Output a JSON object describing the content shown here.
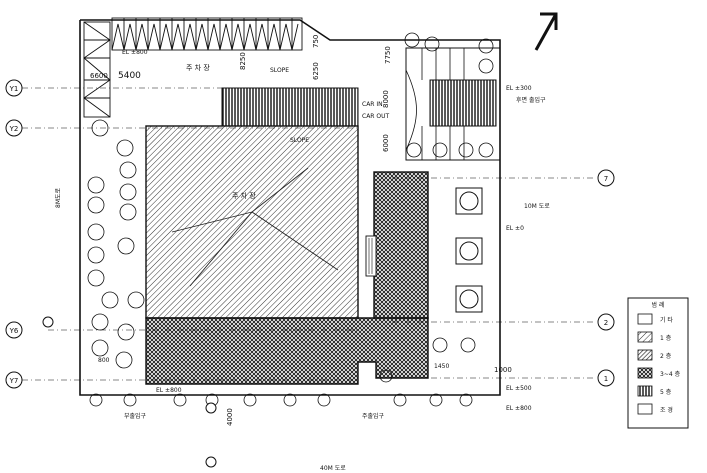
{
  "grid": {
    "y1": "Y1",
    "y2": "Y2",
    "y6": "Y6",
    "y7": "Y7",
    "g7": "7",
    "g2": "2",
    "g1": "1"
  },
  "dims": {
    "d5400": "5400",
    "d6600": "6600",
    "d8250": "8250",
    "d6250": "6250",
    "d750": "750",
    "d7750": "7750",
    "d8000": "8000",
    "d6000": "6000",
    "d4000": "4000",
    "d1000": "1000",
    "d1450": "1450",
    "d800": "800"
  },
  "labels": {
    "parking_top": "주 차 장",
    "main_building": "주 차 장",
    "slope1": "SLOPE",
    "slope2": "SLOPE",
    "car_in": "CAR IN",
    "car_out": "CAR OUT",
    "rear_entrance": "후면 출입구",
    "el_top": "EL ±800",
    "el_right_top": "EL ±300",
    "el_right_mid": "EL ±0",
    "el_right_low1": "EL ±500",
    "el_right_low2": "EL ±800",
    "el_bottom_left": "EL ±800",
    "road_right": "10M 도로",
    "road_bottom": "40M 도로",
    "road_left": "8M도로",
    "main_entrance": "주출입구",
    "sub_entrance": "부출입구",
    "legend_title": "범 례"
  },
  "legend": [
    {
      "label": "기 타"
    },
    {
      "label": "1 층"
    },
    {
      "label": "2 층"
    },
    {
      "label": "3~4 층"
    },
    {
      "label": "5 층"
    },
    {
      "label": "조 경"
    }
  ],
  "colors": {
    "ink": "#111111",
    "paper": "#ffffff"
  }
}
